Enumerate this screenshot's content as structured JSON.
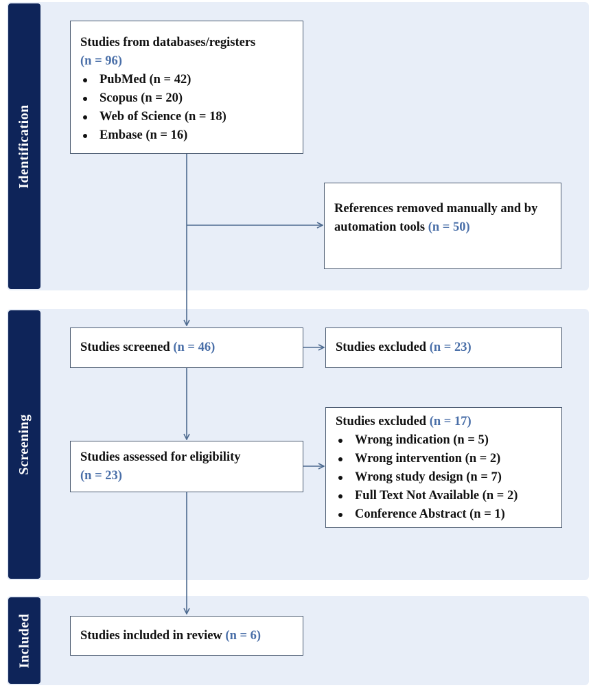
{
  "stages": {
    "identification": "Identification",
    "screening": "Screening",
    "included": "Included"
  },
  "identification_box": {
    "title": "Studies from databases/registers",
    "count": "(n = 96)",
    "sources": [
      "PubMed (n = 42)",
      "Scopus (n = 20)",
      "Web of Science (n = 18)",
      "Embase (n = 16)"
    ]
  },
  "removed_box": {
    "text": "References removed manually and by automation tools",
    "count": "(n = 50)"
  },
  "screened_box": {
    "text": "Studies screened",
    "count": "(n = 46)"
  },
  "excluded_screen_box": {
    "text": "Studies excluded",
    "count": "(n = 23)"
  },
  "eligibility_box": {
    "text": "Studies assessed for eligibility",
    "count": "(n = 23)"
  },
  "excluded_eligibility_box": {
    "title": "Studies excluded",
    "count": "(n = 17)",
    "reasons": [
      "Wrong indication (n = 5)",
      "Wrong intervention (n = 2)",
      "Wrong study design (n = 7)",
      "Full Text Not Available (n = 2)",
      "Conference Abstract (n = 1)"
    ]
  },
  "included_box": {
    "text": "Studies included in review",
    "count": "(n = 6)"
  },
  "colors": {
    "band_background": "#e8eef8",
    "stage_bar": "#0e2459",
    "count_text": "#4a6fa8",
    "connector": "#4d6a8f"
  }
}
